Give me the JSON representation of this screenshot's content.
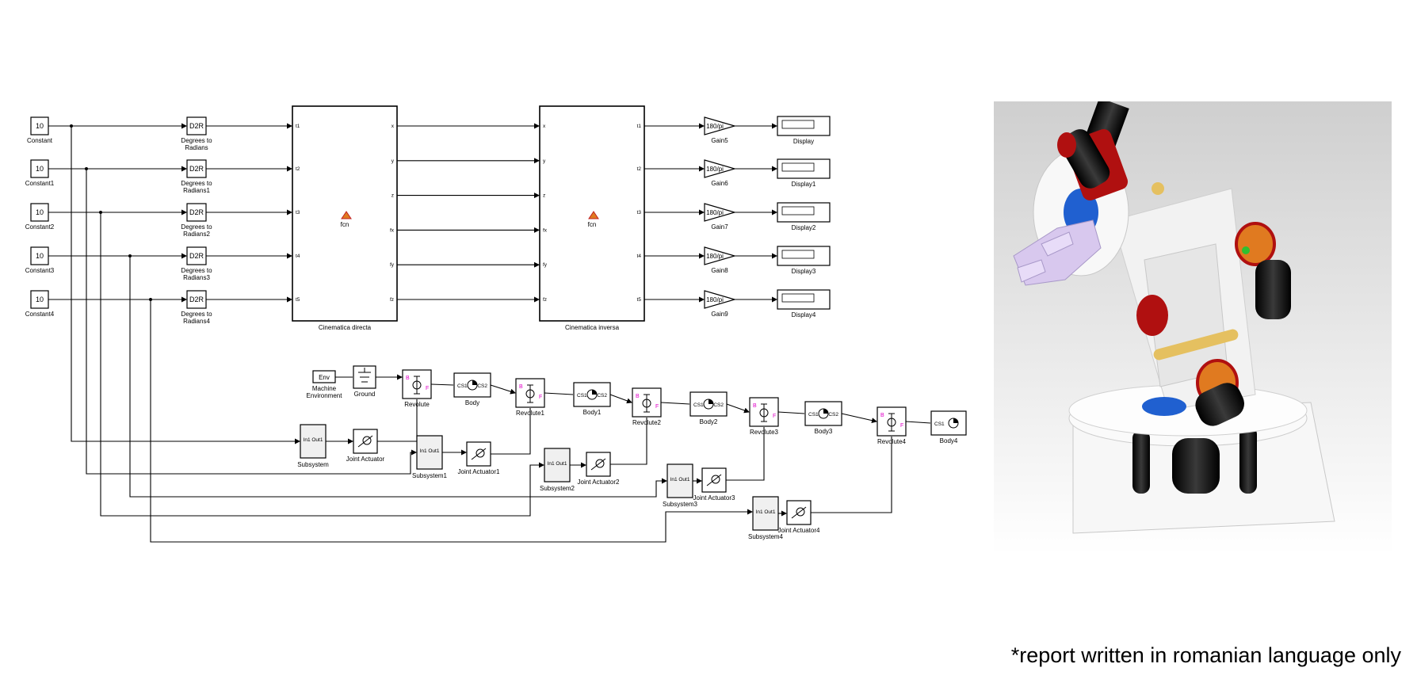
{
  "constants": [
    {
      "value": "10",
      "name": "Constant"
    },
    {
      "value": "10",
      "name": "Constant1"
    },
    {
      "value": "10",
      "name": "Constant2"
    },
    {
      "value": "10",
      "name": "Constant3"
    },
    {
      "value": "10",
      "name": "Constant4"
    }
  ],
  "d2r_blocks": [
    {
      "icon": "D2R",
      "name_line1": "Degrees to",
      "name_line2": "Radians"
    },
    {
      "icon": "D2R",
      "name_line1": "Degrees to",
      "name_line2": "Radians1"
    },
    {
      "icon": "D2R",
      "name_line1": "Degrees to",
      "name_line2": "Radians2"
    },
    {
      "icon": "D2R",
      "name_line1": "Degrees to",
      "name_line2": "Radians3"
    },
    {
      "icon": "D2R",
      "name_line1": "Degrees to",
      "name_line2": "Radians4"
    }
  ],
  "direct_kinematics": {
    "name": "Cinematica directa",
    "inputs": [
      "t1",
      "t2",
      "t3",
      "t4",
      "t5"
    ],
    "outputs": [
      "x",
      "y",
      "z",
      "fx",
      "fy",
      "fz"
    ],
    "label": "fcn"
  },
  "inverse_kinematics": {
    "name": "Cinematica inversa",
    "inputs": [
      "x",
      "y",
      "z",
      "fx",
      "fy",
      "fz"
    ],
    "outputs": [
      "t1",
      "t2",
      "t3",
      "t4",
      "t5"
    ],
    "label": "fcn"
  },
  "gains": [
    {
      "value": "180/pi",
      "name": "Gain5"
    },
    {
      "value": "180/pi",
      "name": "Gain6"
    },
    {
      "value": "180/pi",
      "name": "Gain7"
    },
    {
      "value": "180/pi",
      "name": "Gain8"
    },
    {
      "value": "180/pi",
      "name": "Gain9"
    }
  ],
  "displays": [
    "Display",
    "Display1",
    "Display2",
    "Display3",
    "Display4"
  ],
  "env": {
    "icon": "Env",
    "name_line1": "Machine",
    "name_line2": "Environment"
  },
  "ground": {
    "name": "Ground"
  },
  "revolutes": [
    "Revolute",
    "Revolute1",
    "Revolute2",
    "Revolute3",
    "Revolute4"
  ],
  "bodies": [
    "Body",
    "Body1",
    "Body2",
    "Body3",
    "Body4"
  ],
  "body_ports": {
    "left": "CS1",
    "right": "CS2"
  },
  "subsystems": [
    "Subsystem",
    "Subsystem1",
    "Subsystem2",
    "Subsystem3",
    "Subsystem4"
  ],
  "subsystem_ports": "In1 Out1",
  "actuators": [
    "Joint Actuator",
    "Joint Actuator1",
    "Joint Actuator2",
    "Joint Actuator3",
    "Joint Actuator4"
  ],
  "revolute_ports": {
    "base": "B",
    "follower": "F"
  },
  "footnote": "*report written in romanian language only",
  "colors": {
    "robot_white": "#f4f4f4",
    "robot_black": "#151515",
    "motor_red": "#b01010",
    "motor_orange": "#e07a20",
    "gripper_lavender": "#d8c8ee",
    "accent_blue": "#2060d0"
  }
}
